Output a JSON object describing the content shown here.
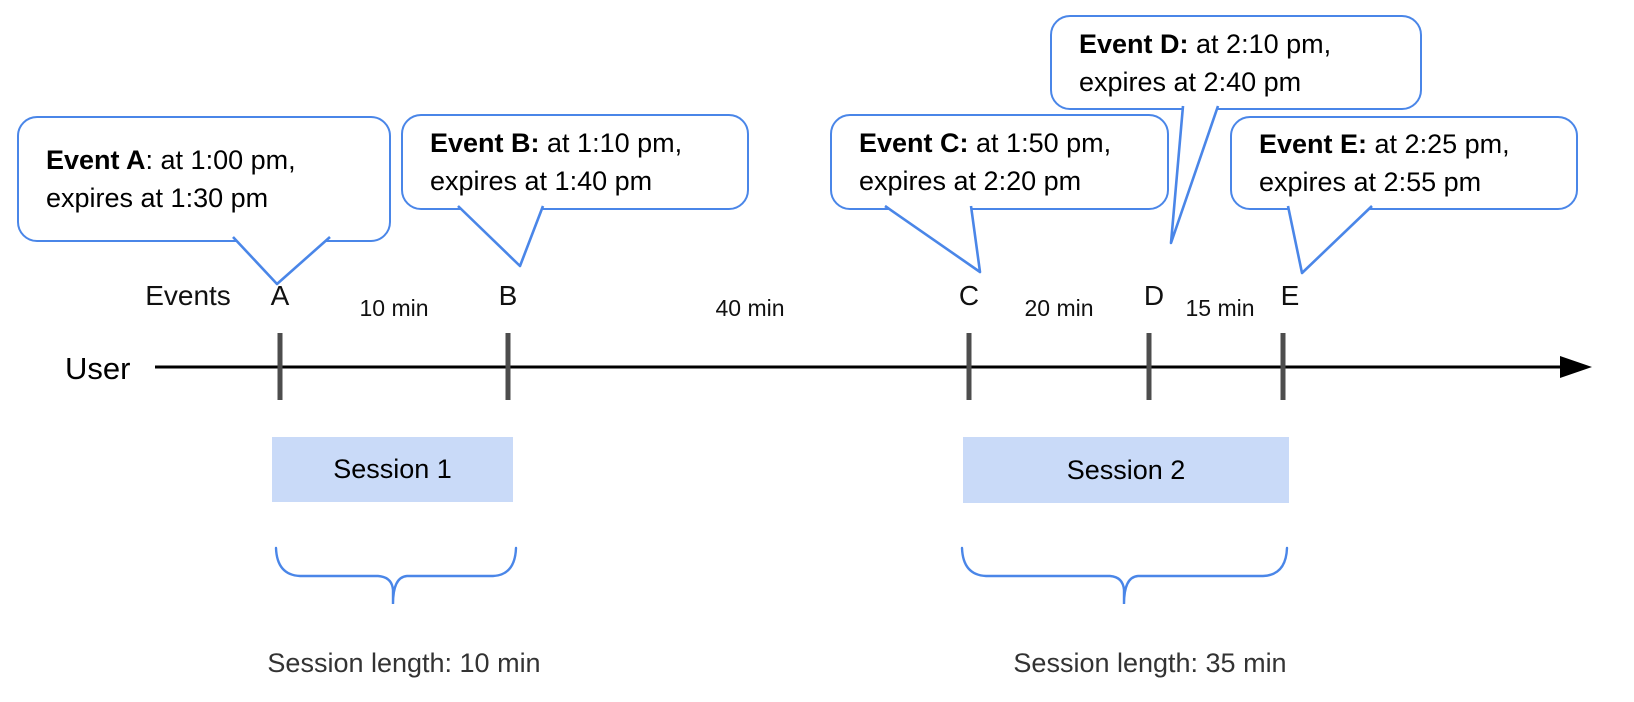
{
  "axis": {
    "events_label": "Events",
    "user_label": "User",
    "ticks": [
      {
        "label": "A"
      },
      {
        "label": "B"
      },
      {
        "label": "C"
      },
      {
        "label": "D"
      },
      {
        "label": "E"
      }
    ],
    "gaps": [
      {
        "label": "10 min"
      },
      {
        "label": "40 min"
      },
      {
        "label": "20 min"
      },
      {
        "label": "15 min"
      }
    ]
  },
  "bubbles": [
    {
      "title": "Event A",
      "title_suffix": ": at 1:00 pm,",
      "line2": "expires at 1:30 pm"
    },
    {
      "title": "Event B:",
      "title_suffix": " at 1:10 pm,",
      "line2": "expires at 1:40 pm"
    },
    {
      "title": "Event C:",
      "title_suffix": " at 1:50 pm,",
      "line2": "expires at 2:20 pm"
    },
    {
      "title": "Event D:",
      "title_suffix": " at 2:10 pm,",
      "line2": "expires at 2:40 pm"
    },
    {
      "title": "Event E:",
      "title_suffix": " at 2:25 pm,",
      "line2": "expires at 2:55 pm"
    }
  ],
  "sessions": [
    {
      "label": "Session 1",
      "length_label": "Session length: 10 min"
    },
    {
      "label": "Session 2",
      "length_label": "Session length: 35 min"
    }
  ],
  "colors": {
    "accent_blue": "#4a86e8",
    "session_fill": "#c9daf8",
    "tick_gray": "#4d4d4d",
    "timeline_black": "#000000"
  }
}
